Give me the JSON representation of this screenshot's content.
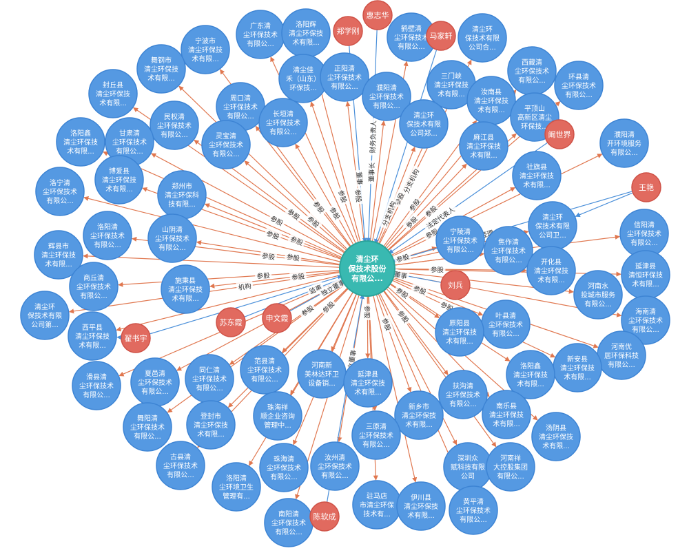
{
  "colors": {
    "company_node": "#5599e2",
    "company_stroke": "#3d84d4",
    "person_node": "#e16a5f",
    "person_stroke": "#cf5247",
    "center_node": "#39b9b1",
    "center_stroke": "#2aa39b",
    "invest_edge": "#e0774f",
    "person_edge": "#4a8fd9",
    "background": "#ffffff"
  },
  "center": {
    "lines": [
      "清尘环",
      "保技术股份",
      "有限公..."
    ]
  },
  "companies": [
    {
      "id": "c1",
      "lines": [
        "广东清",
        "尘环保技术",
        "有限公..."
      ]
    },
    {
      "id": "c2",
      "lines": [
        "洛阳辉",
        "清尘环保技",
        "术有限..."
      ]
    },
    {
      "id": "c3",
      "lines": [
        "宁波市",
        "清尘环保技",
        "术有限..."
      ]
    },
    {
      "id": "c4",
      "lines": [
        "舞钢市",
        "清尘环保技",
        "术有限..."
      ]
    },
    {
      "id": "c5",
      "lines": [
        "鹤壁清",
        "尘环保技术",
        "有限公..."
      ]
    },
    {
      "id": "c6",
      "lines": [
        "清尘环",
        "保技术有限",
        "公司合..."
      ]
    },
    {
      "id": "c7",
      "lines": [
        "封丘县",
        "清尘环保技",
        "术有限..."
      ]
    },
    {
      "id": "c8",
      "lines": [
        "清尘佳",
        "禾（山东）",
        "环保技..."
      ]
    },
    {
      "id": "c9",
      "lines": [
        "正阳清",
        "尘环保技术",
        "有限公..."
      ]
    },
    {
      "id": "c10",
      "lines": [
        "濮阳清",
        "尘环保技术",
        "有限公..."
      ]
    },
    {
      "id": "c11",
      "lines": [
        "三门峡",
        "清尘环保技",
        "术有限..."
      ]
    },
    {
      "id": "c12",
      "lines": [
        "西藏清",
        "尘环保技术",
        "有限公..."
      ]
    },
    {
      "id": "c13",
      "lines": [
        "环县清",
        "尘环保技术",
        "有限公..."
      ]
    },
    {
      "id": "c14",
      "lines": [
        "周口清",
        "尘环保技术",
        "有限公..."
      ]
    },
    {
      "id": "c15",
      "lines": [
        "汝南县",
        "清尘环保技",
        "术有限..."
      ]
    },
    {
      "id": "c16",
      "lines": [
        "民权清",
        "尘环保技术",
        "有限公..."
      ]
    },
    {
      "id": "c17",
      "lines": [
        "长垣清",
        "尘环保技术",
        "有限公..."
      ]
    },
    {
      "id": "c18",
      "lines": [
        "清尘环",
        "保技术有限",
        "公司郑..."
      ]
    },
    {
      "id": "c19",
      "lines": [
        "平顶山",
        "高新区清尘",
        "环保技..."
      ]
    },
    {
      "id": "c20",
      "lines": [
        "洛阳鑫",
        "清尘环保技",
        "术有限..."
      ]
    },
    {
      "id": "c21",
      "lines": [
        "甘肃清",
        "尘环保技术",
        "有限公..."
      ]
    },
    {
      "id": "c22",
      "lines": [
        "灵宝清",
        "尘环保技术",
        "有限公..."
      ]
    },
    {
      "id": "c23",
      "lines": [
        "麻江县",
        "清尘环保技",
        "术有限..."
      ]
    },
    {
      "id": "c24",
      "lines": [
        "濮阳清",
        "开环境服务",
        "有限公..."
      ]
    },
    {
      "id": "c25",
      "lines": [
        "博爱县",
        "清尘环保技",
        "术有限..."
      ]
    },
    {
      "id": "c26",
      "lines": [
        "社旗县",
        "清尘环保技",
        "术有限..."
      ]
    },
    {
      "id": "c27",
      "lines": [
        "洛宁清",
        "尘环保技术",
        "有限公..."
      ]
    },
    {
      "id": "c28",
      "lines": [
        "郑州市",
        "清尘环保科",
        "技有限..."
      ]
    },
    {
      "id": "c29",
      "lines": [
        "洛阳清",
        "尘环保技术",
        "有限公..."
      ]
    },
    {
      "id": "c30",
      "lines": [
        "山阴清",
        "尘环保技术",
        "有限公..."
      ]
    },
    {
      "id": "c31",
      "lines": [
        "清尘环",
        "保技术有限",
        "公司卫..."
      ]
    },
    {
      "id": "c32",
      "lines": [
        "信阳清",
        "尘环保技术",
        "有限公..."
      ]
    },
    {
      "id": "c33",
      "lines": [
        "宁陵清",
        "尘环保技术",
        "有限公..."
      ]
    },
    {
      "id": "c34",
      "lines": [
        "焦作清",
        "尘环保技术",
        "有限公..."
      ]
    },
    {
      "id": "c35",
      "lines": [
        "辉县市",
        "清尘环保技",
        "术有限..."
      ]
    },
    {
      "id": "c36",
      "lines": [
        "开化县",
        "清尘环保技",
        "术有限..."
      ]
    },
    {
      "id": "c37",
      "lines": [
        "延津县",
        "清恒环保技",
        "术有限..."
      ]
    },
    {
      "id": "c38",
      "lines": [
        "商丘清",
        "尘环保技术",
        "有限公..."
      ]
    },
    {
      "id": "c39",
      "lines": [
        "施秉县",
        "清尘环保技",
        "术有限..."
      ]
    },
    {
      "id": "c40",
      "lines": [
        "河南水",
        "投城市服务",
        "有限公..."
      ]
    },
    {
      "id": "c41",
      "lines": [
        "清尘环",
        "保技术有限",
        "公司第..."
      ]
    },
    {
      "id": "c42",
      "lines": [
        "叶县清",
        "尘环保技术",
        "有限公..."
      ]
    },
    {
      "id": "c43",
      "lines": [
        "海南清",
        "尘环保技术",
        "有限公..."
      ]
    },
    {
      "id": "c44",
      "lines": [
        "原阳县",
        "清尘环保技",
        "术有限..."
      ]
    },
    {
      "id": "c45",
      "lines": [
        "西平县",
        "清尘环保技",
        "术有限..."
      ]
    },
    {
      "id": "c46",
      "lines": [
        "河南优",
        "居环保科技",
        "有限公..."
      ]
    },
    {
      "id": "c47",
      "lines": [
        "范县清",
        "尘环保技术",
        "有限公..."
      ]
    },
    {
      "id": "c48",
      "lines": [
        "河南新",
        "美林达环卫",
        "设备销..."
      ]
    },
    {
      "id": "c49",
      "lines": [
        "新安县",
        "清尘环保技",
        "术有限..."
      ]
    },
    {
      "id": "c50",
      "lines": [
        "洛阳鑫",
        "清尘环保技",
        "术有限..."
      ]
    },
    {
      "id": "c51",
      "lines": [
        "同仁清",
        "尘环保技术",
        "有限公..."
      ]
    },
    {
      "id": "c52",
      "lines": [
        "夏邑清",
        "尘环保技术",
        "有限公..."
      ]
    },
    {
      "id": "c53",
      "lines": [
        "滑县清",
        "尘环保技术",
        "有限公..."
      ]
    },
    {
      "id": "c54",
      "lines": [
        "延津县",
        "清尘环保技",
        "术有限..."
      ]
    },
    {
      "id": "c55",
      "lines": [
        "扶沟清",
        "尘环保技术",
        "有限公..."
      ]
    },
    {
      "id": "c56",
      "lines": [
        "新乡市",
        "清尘环保技",
        "术有限..."
      ]
    },
    {
      "id": "c57",
      "lines": [
        "南乐县",
        "清尘环保技",
        "术有限..."
      ]
    },
    {
      "id": "c58",
      "lines": [
        "珠海祥",
        "顺企业咨询",
        "管理中..."
      ]
    },
    {
      "id": "c59",
      "lines": [
        "登封市",
        "清尘环保技",
        "术有限..."
      ]
    },
    {
      "id": "c60",
      "lines": [
        "舞阳清",
        "尘环保技术",
        "有限公..."
      ]
    },
    {
      "id": "c61",
      "lines": [
        "三原清",
        "尘环保技术",
        "有限公..."
      ]
    },
    {
      "id": "c62",
      "lines": [
        "汤阴县",
        "清尘环保技",
        "术有限..."
      ]
    },
    {
      "id": "c63",
      "lines": [
        "汝州清",
        "尘环保技术",
        "有限公..."
      ]
    },
    {
      "id": "c64",
      "lines": [
        "珠海清",
        "尘环保技术",
        "有限公..."
      ]
    },
    {
      "id": "c65",
      "lines": [
        "深圳众",
        "赋科技有限",
        "公司"
      ]
    },
    {
      "id": "c66",
      "lines": [
        "河南祥",
        "大控股集团",
        "有限公..."
      ]
    },
    {
      "id": "c67",
      "lines": [
        "古县清",
        "尘环保技术",
        "有限公..."
      ]
    },
    {
      "id": "c68",
      "lines": [
        "洛阳清",
        "尘环境卫生",
        "管理有..."
      ]
    },
    {
      "id": "c69",
      "lines": [
        "驻马店",
        "市清尘环保",
        "技术有..."
      ]
    },
    {
      "id": "c70",
      "lines": [
        "伊川县",
        "清尘环保技",
        "术有限..."
      ]
    },
    {
      "id": "c71",
      "lines": [
        "黄平清",
        "尘环保技术",
        "有限公..."
      ]
    },
    {
      "id": "c72",
      "lines": [
        "南阳清",
        "尘环保技术",
        "有限公..."
      ]
    }
  ],
  "persons": [
    {
      "id": "p1",
      "name": "郑学刚"
    },
    {
      "id": "p2",
      "name": "惠志华"
    },
    {
      "id": "p3",
      "name": "马家轩"
    },
    {
      "id": "p4",
      "name": "阚世界"
    },
    {
      "id": "p5",
      "name": "王艳"
    },
    {
      "id": "p6",
      "name": "刘兵"
    },
    {
      "id": "p7",
      "name": "苏东霞"
    },
    {
      "id": "p8",
      "name": "申文霞"
    },
    {
      "id": "p9",
      "name": "翟书宇"
    },
    {
      "id": "p10",
      "name": "陈软成"
    }
  ],
  "edge_labels": [
    {
      "text": "参股",
      "from": "c14"
    },
    {
      "text": "参股",
      "from": "c16"
    },
    {
      "text": "参股",
      "from": "c21"
    },
    {
      "text": "参股",
      "from": "c22"
    },
    {
      "text": "参股",
      "from": "c25"
    },
    {
      "text": "参股",
      "from": "c28"
    },
    {
      "text": "参股",
      "from": "c30"
    },
    {
      "text": "参股",
      "from": "c29"
    },
    {
      "text": "参股",
      "from": "c39"
    },
    {
      "text": "参股",
      "from": "c17"
    },
    {
      "text": "参股",
      "from": "c9"
    },
    {
      "text": "参股",
      "from": "c8"
    },
    {
      "text": "参股",
      "from": "c11"
    },
    {
      "text": "参股",
      "from": "c15"
    },
    {
      "text": "参股",
      "from": "c19"
    },
    {
      "text": "参股",
      "from": "c26"
    },
    {
      "text": "参股",
      "from": "c23"
    },
    {
      "text": "参股",
      "from": "c33"
    },
    {
      "text": "参股",
      "from": "c36"
    },
    {
      "text": "参股",
      "from": "c44"
    },
    {
      "text": "参股",
      "from": "c42"
    },
    {
      "text": "参股",
      "from": "c55"
    },
    {
      "text": "参股",
      "from": "c56"
    },
    {
      "text": "参股",
      "from": "c54"
    },
    {
      "text": "参股",
      "from": "c47"
    },
    {
      "text": "参股",
      "from": "c51"
    },
    {
      "text": "参股",
      "from": "c49"
    },
    {
      "text": "参股",
      "from": "c38"
    },
    {
      "text": "董事",
      "from": "p1"
    },
    {
      "text": "董事",
      "from": "p6"
    },
    {
      "text": "监事",
      "from": "p7"
    },
    {
      "text": "董事长",
      "from": "p2"
    },
    {
      "text": "财务负责人",
      "from": "p2"
    },
    {
      "text": "分支机构",
      "from": "c6"
    },
    {
      "text": "分支机构",
      "from": "c18"
    },
    {
      "text": "法定代表人",
      "from": "p4"
    },
    {
      "text": "董事长,总经理",
      "from": "p5"
    },
    {
      "text": "独立董事",
      "from": "p8"
    },
    {
      "text": "独立董事",
      "from": "p10"
    },
    {
      "text": "机构",
      "from": "c41"
    }
  ]
}
